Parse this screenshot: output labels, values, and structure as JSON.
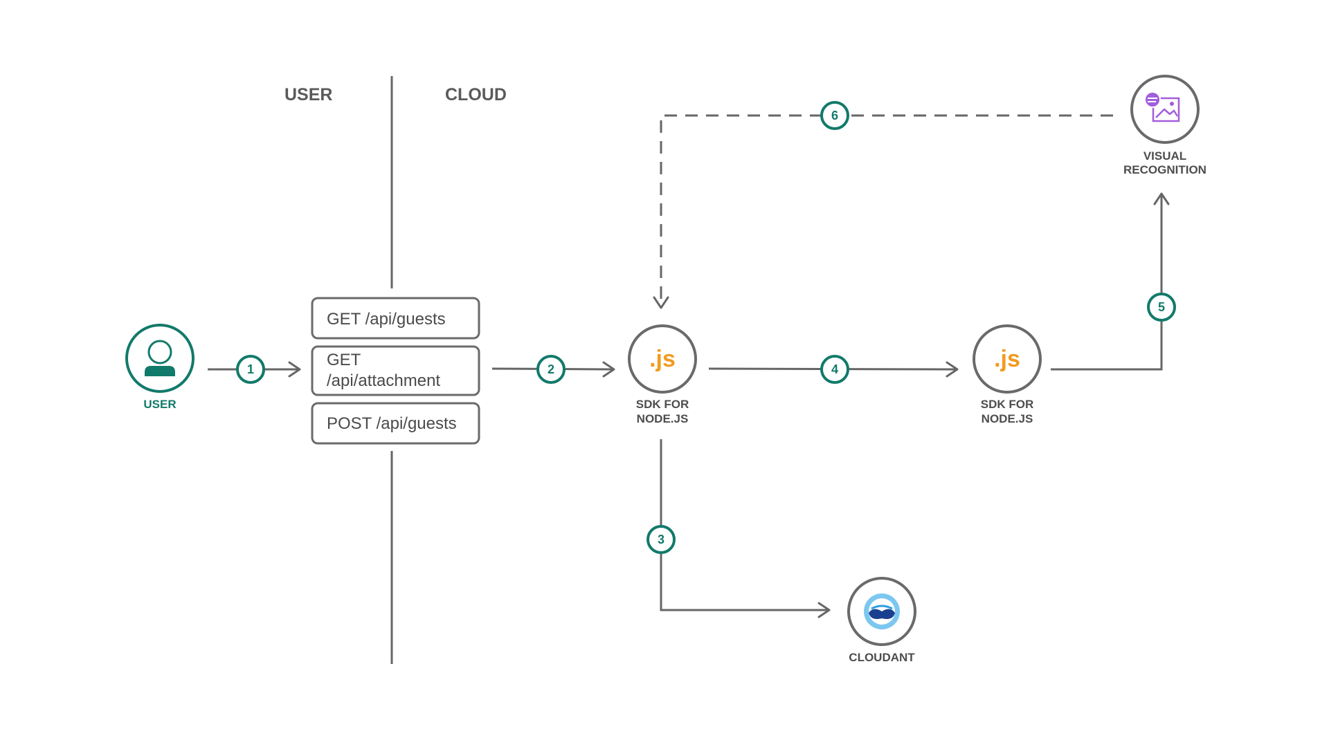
{
  "headers": {
    "user": "USER",
    "cloud": "CLOUD"
  },
  "user": {
    "label": "USER",
    "icon": "user-icon",
    "color": "#127a6a"
  },
  "endpoints": [
    {
      "lines": [
        "GET /api/guests"
      ]
    },
    {
      "lines": [
        "GET",
        "/api/attachment"
      ]
    },
    {
      "lines": [
        "POST /api/guests"
      ]
    }
  ],
  "sdk_nodes": [
    {
      "glyph": ".js",
      "label_line1": "SDK FOR",
      "label_line2": "NODE.JS",
      "icon": "nodejs-icon"
    },
    {
      "glyph": ".js",
      "label_line1": "SDK FOR",
      "label_line2": "NODE.JS",
      "icon": "nodejs-icon"
    }
  ],
  "visual_recognition": {
    "label_line1": "VISUAL",
    "label_line2": "RECOGNITION",
    "icon": "visual-recognition-icon"
  },
  "cloudant": {
    "label": "CLOUDANT",
    "icon": "cloudant-icon"
  },
  "steps": [
    "1",
    "2",
    "3",
    "4",
    "5",
    "6"
  ],
  "colors": {
    "accent": "#127a6a",
    "line": "#666666",
    "js": "#f29a1f",
    "vr": "#a25ddc",
    "cloudant": "#2f9de1"
  }
}
